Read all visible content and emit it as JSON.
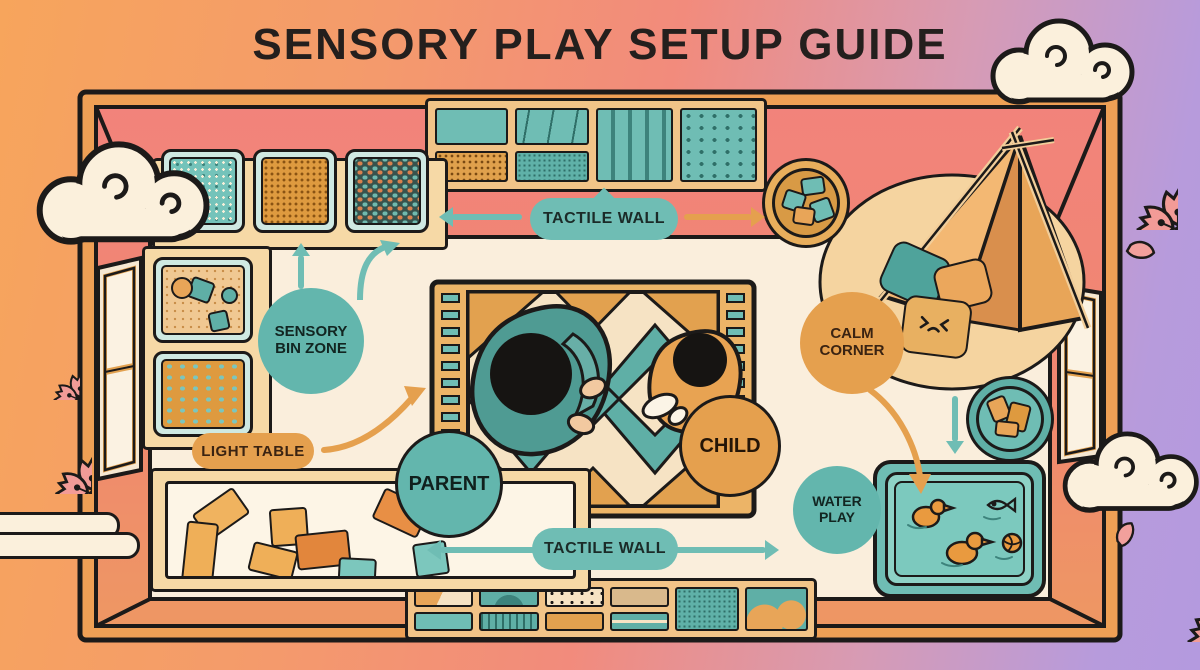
{
  "title": "SENSORY PLAY SETUP GUIDE",
  "labels": {
    "tactile_wall_top": "TACTILE WALL",
    "tactile_wall_bottom": "TACTILE WALL",
    "sensory_bin_zone": "SENSORY BIN ZONE",
    "light_table": "LIGHT TABLE",
    "calm_corner": "CALM CORNER",
    "water_play": "WATER PLAY",
    "parent": "PARENT",
    "child": "CHILD"
  },
  "zones": [
    {
      "id": "sensory-bin-zone",
      "label": "SENSORY BIN ZONE",
      "items": "three bins of rice, grains and beans plus two wall bins"
    },
    {
      "id": "tactile-wall-top",
      "label": "TACTILE WALL",
      "items": "textured panels on upper wall"
    },
    {
      "id": "light-table",
      "label": "LIGHT TABLE",
      "items": "translucent orange and teal blocks"
    },
    {
      "id": "play-rug",
      "label": "PARENT / CHILD",
      "items": "parent and child playing on geometric rug"
    },
    {
      "id": "calm-corner",
      "label": "CALM CORNER",
      "items": "a-frame tent, pillows, basket of soft blocks"
    },
    {
      "id": "water-play",
      "label": "WATER PLAY",
      "items": "water table with ducks, fish and ball"
    },
    {
      "id": "tactile-wall-bottom",
      "label": "TACTILE WALL",
      "items": "textured panels on lower wall"
    }
  ],
  "colors": {
    "background_left": "#F7A55C",
    "background_mid": "#F28B7C",
    "background_right": "#B49ADF",
    "wall": "#F2837B",
    "floor": "#FAEEDC",
    "frame": "#EFA055",
    "teal": "#6FBDB4",
    "orange": "#E5A04E",
    "outline": "#1C1A19",
    "cloud_cream": "#FBF0DC",
    "blossom_pink": "#F29B97",
    "title_text": "#241F1D"
  }
}
